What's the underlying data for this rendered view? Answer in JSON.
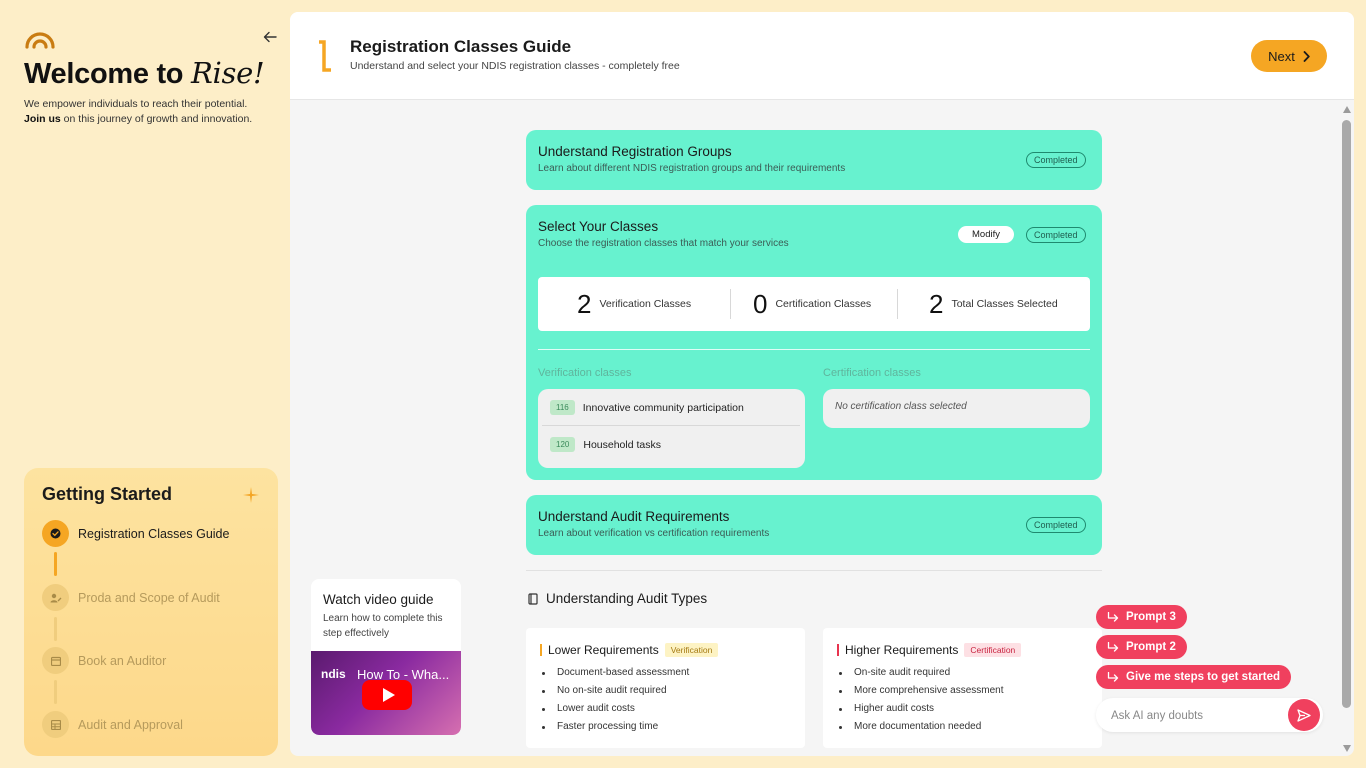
{
  "sidebar": {
    "welcome_prefix": "Welcome to",
    "welcome_brand": "Rise!",
    "tagline_line1": "We empower individuals to reach their potential.",
    "tagline_join": "Join us",
    "tagline_line2_rest": " on this journey of growth and innovation.",
    "getting_started": {
      "title": "Getting Started",
      "steps": [
        {
          "label": "Registration Classes Guide",
          "state": "active"
        },
        {
          "label": "Proda and Scope of Audit",
          "state": "inactive"
        },
        {
          "label": "Book an Auditor",
          "state": "inactive"
        },
        {
          "label": "Audit and Approval",
          "state": "inactive"
        }
      ]
    }
  },
  "header": {
    "title": "Registration Classes Guide",
    "subtitle": "Understand and select your NDIS registration classes - completely free",
    "next_label": "Next"
  },
  "cards": {
    "groups": {
      "title": "Understand Registration Groups",
      "desc": "Learn about different NDIS registration groups and their requirements",
      "badge": "Completed"
    },
    "classes": {
      "title": "Select Your Classes",
      "desc": "Choose the registration classes that match your services",
      "modify_label": "Modify",
      "badge": "Completed",
      "stats": [
        {
          "num": "2",
          "label": "Verification Classes"
        },
        {
          "num": "0",
          "label": "Certification Classes"
        },
        {
          "num": "2",
          "label": "Total Classes Selected"
        }
      ],
      "verification_head": "Verification classes",
      "certification_head": "Certification classes",
      "verification_items": [
        {
          "code": "116",
          "name": "Innovative community participation"
        },
        {
          "code": "120",
          "name": "Household tasks"
        }
      ],
      "certification_empty": "No certification class selected"
    },
    "audit": {
      "title": "Understand Audit Requirements",
      "desc": "Learn about verification vs certification requirements",
      "badge": "Completed"
    }
  },
  "audit_types": {
    "heading": "Understanding Audit Types",
    "lower": {
      "title": "Lower Requirements",
      "tag": "Verification",
      "items": [
        "Document-based assessment",
        "No on-site audit required",
        "Lower audit costs",
        "Faster processing time"
      ]
    },
    "higher": {
      "title": "Higher Requirements",
      "tag": "Certification",
      "items": [
        "On-site audit required",
        "More comprehensive assessment",
        "Higher audit costs",
        "More documentation needed"
      ]
    }
  },
  "video": {
    "title": "Watch video guide",
    "subtitle": "Learn how to complete this step effectively",
    "channel": "ndis",
    "video_title": "How To - Wha..."
  },
  "ai": {
    "prompts": [
      "Prompt 3",
      "Prompt 2",
      "Give me steps to get started"
    ],
    "placeholder": "Ask AI any doubts"
  },
  "colors": {
    "accent": "#f5a623",
    "card_green": "#67f2cf",
    "prompt_pink": "#f0405e",
    "background": "#fdeec8"
  },
  "icons": [
    "rise-logo-icon",
    "arrow-left-icon",
    "bracket-icon",
    "chevron-right-icon",
    "check-icon",
    "sparkle-icon",
    "user-edit-icon",
    "calendar-icon",
    "table-icon",
    "book-icon",
    "prompt-arrow-icon",
    "send-icon",
    "play-icon"
  ]
}
